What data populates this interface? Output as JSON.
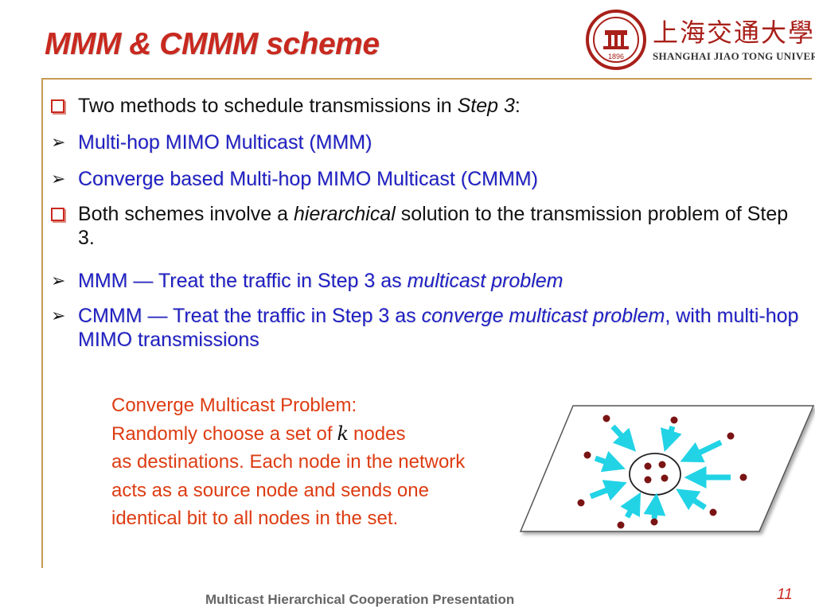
{
  "slide": {
    "title": "MMM & CMMM scheme",
    "logo": {
      "cn_text": "上海交通大學",
      "en_text": "SHANGHAI JIAO TONG UNIVERSITY",
      "year": "1896"
    },
    "bullets": {
      "b1": {
        "prefix": "Two methods to schedule transmissions in ",
        "emph": "Step 3",
        "suffix": ":"
      },
      "b2": {
        "text": "Multi-hop MIMO Multicast (MMM)"
      },
      "b3": {
        "text": "Converge based Multi-hop MIMO Multicast (CMMM)"
      },
      "b4": {
        "prefix": "Both schemes involve a ",
        "emph": "hierarchical",
        "suffix": " solution to the transmission problem of Step 3."
      },
      "b5": {
        "prefix": "MMM — Treat the traffic in Step 3 as ",
        "emph": "multicast problem"
      },
      "b6": {
        "prefix": "CMMM — Treat the traffic in Step 3 as ",
        "emph": "converge multicast problem",
        "suffix": ", with multi-hop MIMO transmissions"
      }
    },
    "problem": {
      "line1": "Converge Multicast Problem:",
      "line2a": "Randomly choose a set of",
      "k": "k",
      "line2b": "nodes",
      "rest": "as destinations. Each node in the network acts as a source node and sends one identical bit to all nodes in the set."
    },
    "footer": "Multicast Hierarchical Cooperation Presentation",
    "page_number": "11",
    "colors": {
      "title": "#c8291f",
      "blue_text": "#1f1fc4",
      "problem_text": "#dd3c12",
      "rule": "#c79a55",
      "arrow": "#22d3e6",
      "node": "#7a1414"
    }
  }
}
